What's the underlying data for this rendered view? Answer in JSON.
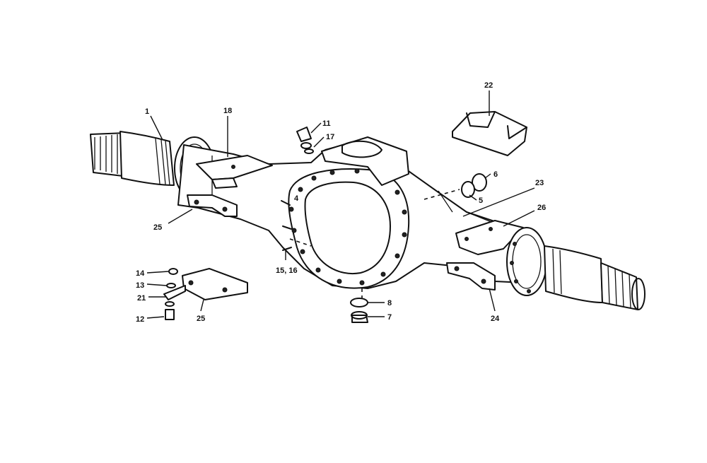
{
  "callouts": {
    "c1": "1",
    "c18": "18",
    "c11": "11",
    "c17": "17",
    "c22": "22",
    "c6": "6",
    "c5": "5",
    "c23": "23",
    "c26": "26",
    "c25a": "25",
    "c4": "4",
    "c15_16": "15, 16",
    "c14": "14",
    "c13": "13",
    "c21": "21",
    "c12": "12",
    "c25b": "25",
    "c8": "8",
    "c7": "7",
    "c24": "24"
  }
}
